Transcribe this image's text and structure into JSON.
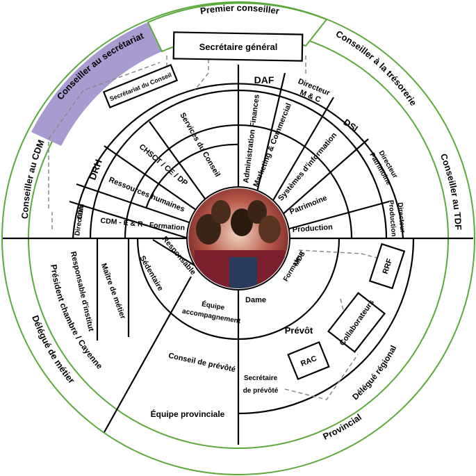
{
  "outer_ring": {
    "premier_conseiller": "Premier conseiller",
    "conseiller_tresorerie": "Conseiller à la trésorerie",
    "conseiller_tdf": "Conseiller au TDF",
    "provincial": "Provincial",
    "delegue_metier": "Délégué de métier",
    "conseiller_cdm": "Conseiller au CDM",
    "conseiller_secretariat": "Conseiller au secrétariat",
    "highlight_color": "#a79bd0"
  },
  "middle_ring": {
    "secretaire_general": "Secrétaire général",
    "secretariat_conseil": "Secrétariat du Conseil",
    "president_chambre": "Président chambre / Cayenne",
    "delegue_regional": "Délégué régional"
  },
  "upper_right": {
    "daf": "DAF",
    "directeur_mc_1": "Directeur",
    "directeur_mc_2": "M & C",
    "dsi": "DSI",
    "directeur_patrimoine_1": "Directeur",
    "directeur_patrimoine_2": "Patrimoine",
    "directeur_production_1": "Directeur",
    "directeur_production_2": "Production",
    "administration_finances": "Administration Finances",
    "marketing_commercial": "Marketing & Commercial",
    "systemes_information": "Systèmes d'information",
    "patrimoine": "Patrimoine",
    "production": "Production"
  },
  "upper_left": {
    "services_conseil": "Services du Conseil",
    "chsct": "CHSCT / CE / DP",
    "ressources_humaines": "Ressources humaines",
    "drh": "DRH",
    "directeur_cdm_1": "Directeur",
    "directeur_cdm_2": "CDM",
    "cdm_formation": "CDM - E & R - Formation"
  },
  "lower_left": {
    "responsable_institut": "Responsable d'institut",
    "maitre_metier": "Maître de métier",
    "sedentaire": "Sédentaire",
    "responsable": "Responsable",
    "equipe_accompagnement_1": "Équipe",
    "equipe_accompagnement_2": "accompagnement",
    "conseil_prevote": "Conseil de prévôté",
    "equipe_provinciale": "Équipe provinciale"
  },
  "lower_right": {
    "formateur_mds_1": "Formateur",
    "formateur_mds_2": "MDS",
    "dame": "Dame",
    "prevot": "Prévôt",
    "collaborateurs": "Collaborateurs",
    "rrf": "RRF",
    "rac": "RAC",
    "secretaire_prevote_1": "Secrétaire",
    "secretaire_prevote_2": "de prévôté"
  },
  "center_photo": {
    "background": "#c0392b"
  }
}
